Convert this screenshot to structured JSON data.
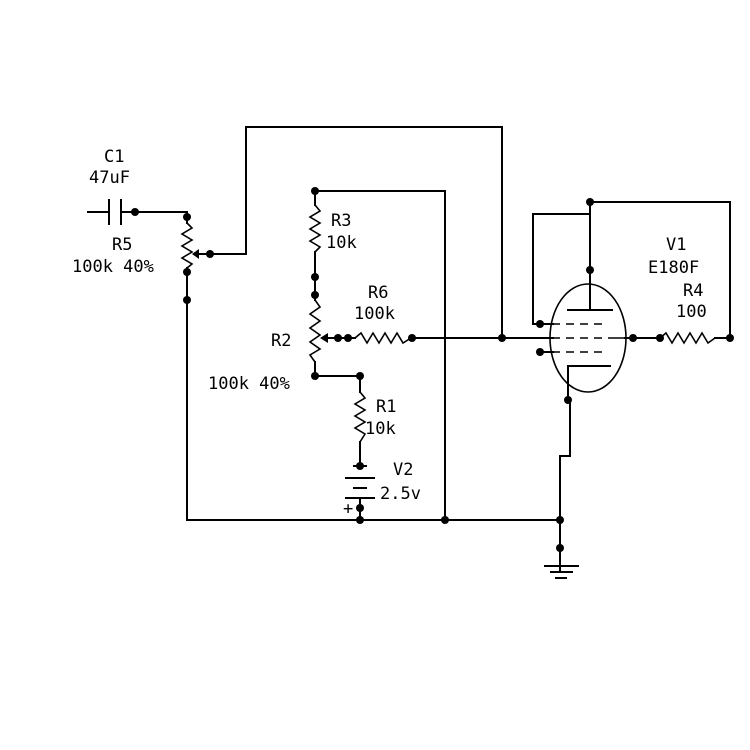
{
  "components": {
    "c1": {
      "ref": "C1",
      "value": "47uF"
    },
    "r5": {
      "ref": "R5",
      "value": "100k 40%"
    },
    "r3": {
      "ref": "R3",
      "value": "10k"
    },
    "r6": {
      "ref": "R6",
      "value": "100k"
    },
    "r2": {
      "ref": "R2",
      "value": "100k 40%"
    },
    "r1": {
      "ref": "R1",
      "value": "10k"
    },
    "v2": {
      "ref": "V2",
      "value": "2.5v",
      "polarity": "+"
    },
    "v1": {
      "ref": "V1",
      "value": "E180F"
    },
    "r4": {
      "ref": "R4",
      "value": "100"
    }
  }
}
